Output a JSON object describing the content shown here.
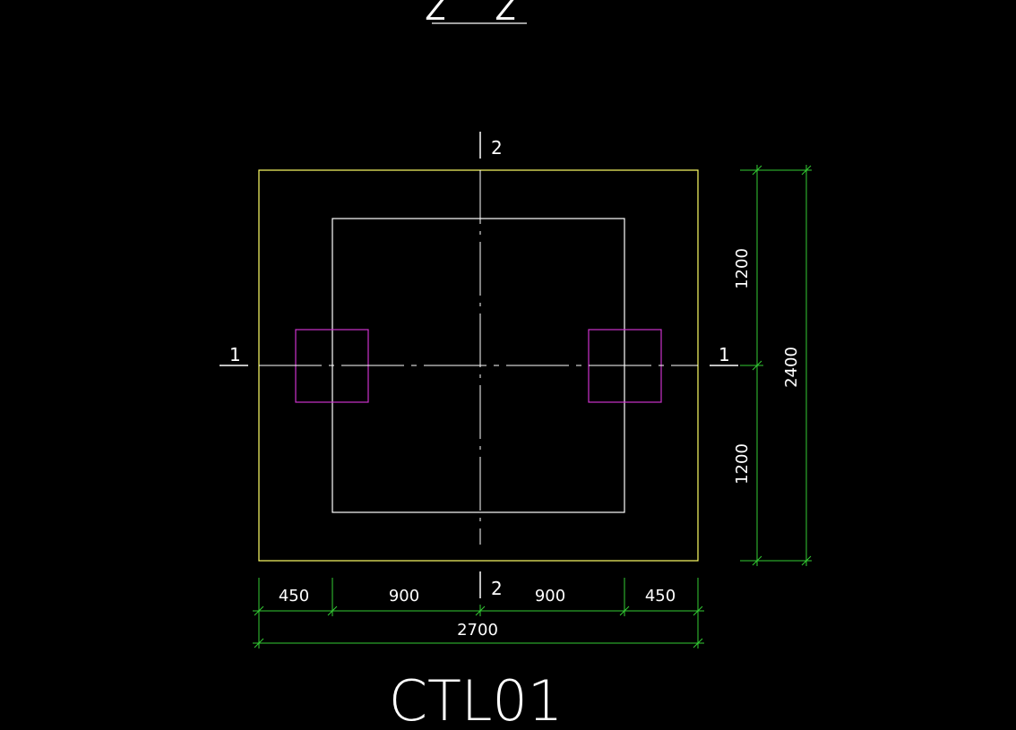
{
  "drawing": {
    "title": "CTL01",
    "header_section_label": "Z Z",
    "section_marks": {
      "section_1_left": "1",
      "section_1_right": "1",
      "section_2_top": "2",
      "section_2_bottom": "2"
    },
    "dimensions": {
      "horizontal_segments": [
        "450",
        "900",
        "900",
        "450"
      ],
      "horizontal_total": "2700",
      "vertical_segments": [
        "1200",
        "1200"
      ],
      "vertical_total": "2400"
    },
    "colors": {
      "background": "#000000",
      "outline": "#ffff66",
      "inner": "#ffffff",
      "pile": "#cc33cc",
      "dimension": "#33cc33",
      "text": "#ffffff"
    }
  }
}
